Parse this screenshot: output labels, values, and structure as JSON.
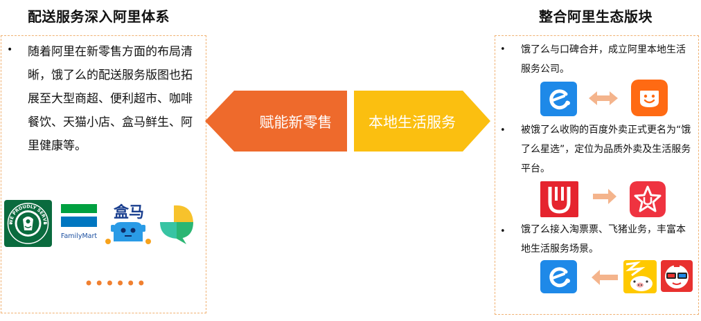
{
  "left": {
    "title": "配送服务深入阿里体系",
    "bullet": "随着阿里在新零售方面的布局清晰，饿了么的配送服务版图也拓展至大型商超、便利超市、咖啡餐饮、天猫小店、盒马鲜生、阿里健康等。",
    "logos": {
      "starbucks_text": "WE PROUDLY SERVE",
      "familymart_text": "FamilyMart",
      "hema_text": "盒马"
    },
    "ellipsis": "••••••"
  },
  "center": {
    "left_arrow_label": "赋能新零售",
    "right_arrow_label": "本地生活服务",
    "left_arrow_color": "#ee6a2c",
    "right_arrow_color": "#fbbf10"
  },
  "right": {
    "title": "整合阿里生态版块",
    "bullets": [
      "饿了么与口碑合并，成立阿里本地生活服务公司。",
      "被饿了么收购的百度外卖正式更名为“饿了么星选”，定位为品质外卖及生活服务平台。",
      "饿了么接入淘票票、飞猪业务，丰富本地生活服务场景。"
    ]
  },
  "colors": {
    "panel_border": "#f0b070",
    "eleme_blue": "#1e89e8",
    "koubei_orange": "#ff6a13",
    "arrow_peach": "#f4b48c",
    "baidu_red": "#e5242e",
    "xingxuan_red": "#ef3340",
    "fliggy_yellow": "#ffc900",
    "taopiaopiao_red": "#e8312f"
  }
}
